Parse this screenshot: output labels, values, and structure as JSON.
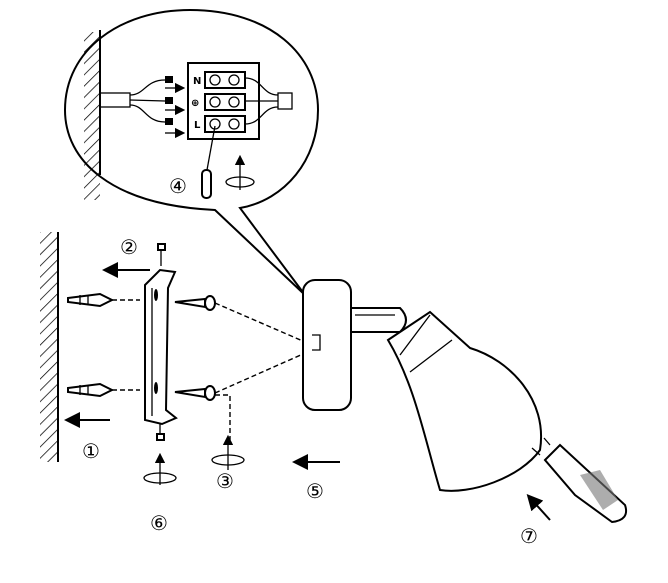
{
  "steps": [
    "①",
    "②",
    "③",
    "④",
    "⑤",
    "⑥",
    "⑦"
  ],
  "terminal_labels": {
    "neutral": "N",
    "earth": "⊕",
    "live": "L"
  }
}
